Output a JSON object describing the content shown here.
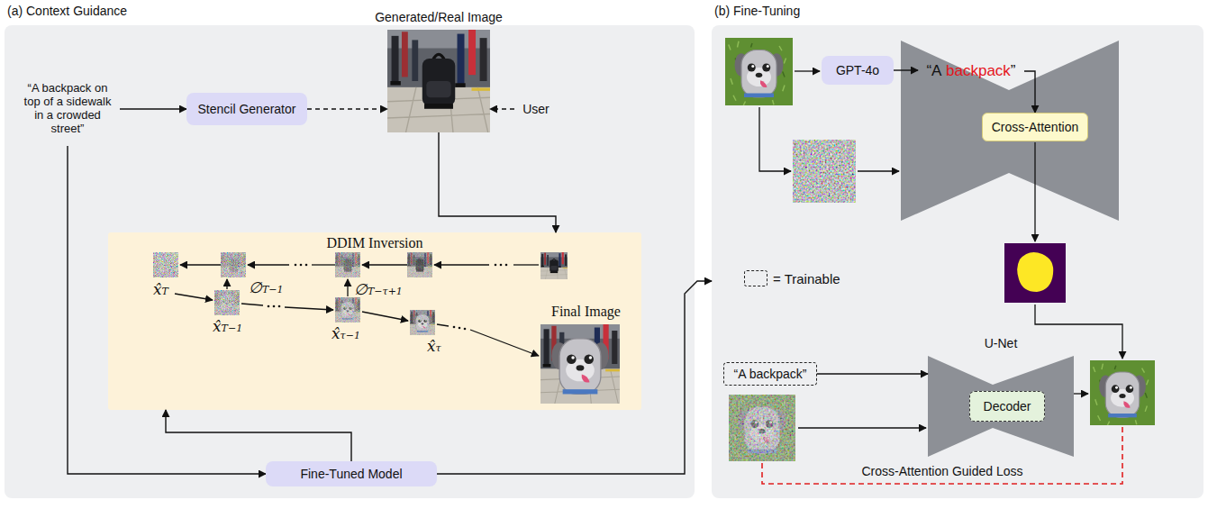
{
  "diagram": {
    "nodes": [
      {
        "text": [
          "(a) Context Guidance"
        ]
      },
      {
        "text": [
          "“A backpack on top of a sidewalk in a crowded street”"
        ],
        "in": 0
      },
      {
        "text": [
          "Stencil Generator"
        ],
        "in": 0
      },
      {
        "text": [
          "Generated/Real Image"
        ],
        "in": 0
      },
      {
        "text": [
          "User"
        ],
        "in": 0
      },
      {
        "text": [
          "DDIM Inversion"
        ],
        "in": 0
      },
      {
        "text": [
          "Fine-Tuned Model"
        ],
        "in": 0
      },
      {
        "text": [
          "(b) Fine-Tuning"
        ]
      },
      {
        "text": [
          "GPT-4o"
        ],
        "in": 7
      },
      {
        "text": [
          "“A",
          "backpack",
          "”"
        ],
        "in": 7
      },
      {
        "text": [
          "Cross-Attention"
        ],
        "in": 7
      },
      {
        "text": [
          "“A backpack”"
        ],
        "in": 7
      },
      {
        "text": [
          "U-Net"
        ],
        "in": 7
      },
      {
        "text": [
          "Decoder"
        ],
        "in": 12
      }
    ],
    "edges": [
      {
        "from": 1,
        "to": 2,
        "arrow": "to"
      },
      {
        "from": 2,
        "to": 3,
        "arrow": "to"
      },
      {
        "from": 4,
        "to": 3,
        "arrow": "to"
      },
      {
        "from": 3,
        "to": 5,
        "arrow": "to"
      },
      {
        "from": 1,
        "to": 6,
        "arrow": "to"
      },
      {
        "from": 6,
        "to": 5,
        "arrow": "to"
      },
      {
        "from": 6,
        "to": 7,
        "arrow": "to"
      },
      {
        "from": 8,
        "to": 9,
        "arrow": "to"
      },
      {
        "from": 9,
        "to": 10,
        "arrow": "to"
      },
      {
        "from": 11,
        "to": 12,
        "arrow": "to"
      }
    ],
    "labels": [
      "x̂T",
      "∅T−1",
      "∅T−τ+1",
      "x̂T−1",
      "x̂τ−1",
      "x̂τ",
      "Final Image",
      "Cross-Attention Guided Loss"
    ],
    "legend": [
      {
        "text": "= Trainable"
      }
    ]
  }
}
